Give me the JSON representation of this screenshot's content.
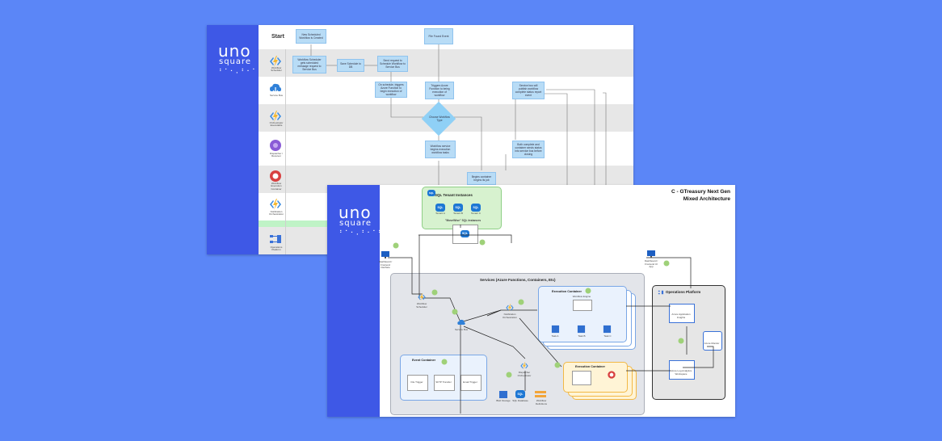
{
  "colors": {
    "background": "#5b86f7",
    "brand_panel": "#3e58e6",
    "flow_box": "#b8dcf6",
    "green_panel": "#d7f2cf",
    "badge": "#9fd179"
  },
  "logo": {
    "main": "uno",
    "sub": "square",
    "dots": "⠃⠁⠂⠄⠃⠂⠁⠃⠂"
  },
  "swimlane": {
    "start_label": "Start",
    "lanes": [
      {
        "icon": "azure-functions-icon",
        "label": "Workflow Scheduler"
      },
      {
        "icon": "service-bus-icon",
        "label": "Service Bus"
      },
      {
        "icon": "azure-functions-icon",
        "label": "Orchestrator Executable"
      },
      {
        "icon": "event-grid-icon",
        "label": "Dispatcher / Receiver"
      },
      {
        "icon": "container-icon",
        "label": "Workflow Execution Container"
      },
      {
        "icon": "azure-functions-icon",
        "label": "Notification Orchestration"
      },
      {
        "icon": "",
        "label": ""
      },
      {
        "icon": "operations-platform-icon",
        "label": "Operations Platform"
      }
    ],
    "boxes": [
      "New Scheduled Workflow is Created",
      "File Found Event",
      "Workflow Scheduler gets scheduled message request to Service Bus",
      "Save Schedule to DB",
      "Send request to Schedule Workflow to Service Bus",
      "On schedule, triggers Azure Function to begin execution of workflow",
      "Triggers Azure Function to being execution of workflow",
      "Service bus will publish workflow complete status report event",
      "Choose Workflow Type",
      "Workflow service begins execution workflow tasks",
      "Both complete and container sends status into service bus before closing",
      "Begins container begins its job"
    ]
  },
  "architecture": {
    "title_line1": "C - GTreasury Next Gen",
    "title_line2": "Mixed Architecture",
    "sql_tenant_title": "SQL Tenant Instances",
    "sql_tenant_items": [
      "Tenant A",
      "Tenant B",
      "Tenant C"
    ],
    "sql_tenant_sublabel": "\"MoveWise\" SQL Instances",
    "sql_label": "SQL",
    "services_title": "Services (Azure Functions, Containers, Etc)",
    "operations_title": "Operations Platform",
    "execution_container_1": "Execution Container",
    "workflow_engine_label": "Workflow Engine",
    "execution_container_2": "Execution Container",
    "event_container": "Event Container",
    "left_monitor_label": "Dashboard / Frontend Interface",
    "right_monitor_label": "Dashboard / Frontend UI App",
    "scheduler_label": "Workflow Scheduler",
    "service_bus_label": "Service Bus",
    "notification_label": "Notification Orchestration",
    "dispatcher_label": "Dispatcher Orchestrator",
    "task_labels": [
      "Task A",
      "Task B",
      "Task C"
    ],
    "event_items": [
      "File Trigger",
      "SFTP Transfer",
      "Email Trigger"
    ],
    "ops_items": [
      "Azure Application Insights",
      "Azure Monitor",
      "Azure Log Analytics Workspace"
    ],
    "storage_items": [
      "Blob Storage",
      "SQL Database",
      "Workflow Definitions"
    ]
  }
}
